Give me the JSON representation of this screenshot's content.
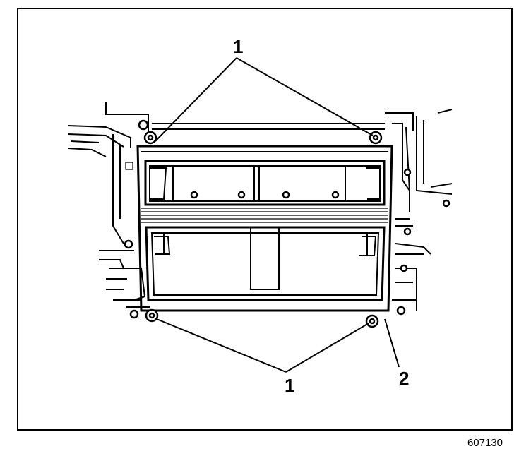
{
  "callouts": {
    "top_label": "1",
    "bottom_label": "1",
    "side_label": "2"
  },
  "figure_id": "607130"
}
